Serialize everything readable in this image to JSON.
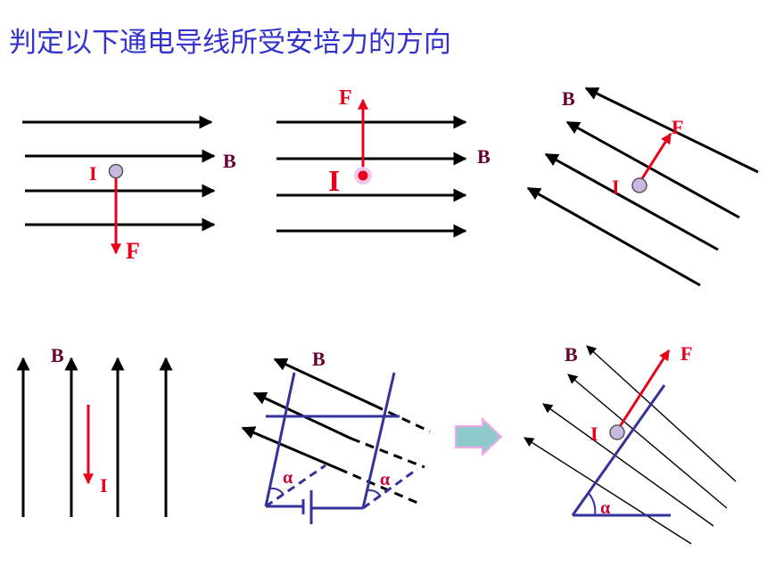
{
  "title": "判定以下通电导线所受安培力的方向",
  "colors": {
    "field_line": "#000000",
    "force": "#e8001c",
    "label_b": "#660033",
    "label_force": "#e8001c",
    "conductor": "#33339a",
    "label_alpha": "#cc0033",
    "hint_arrow": "#8ec9cc",
    "wire_dot": "#c9b8e0"
  },
  "diagrams": [
    {
      "id": "d1",
      "field_label": "B",
      "current_label": "I",
      "force_label": "F"
    },
    {
      "id": "d2",
      "field_label": "B",
      "current_label": "I",
      "force_label": "F"
    },
    {
      "id": "d3",
      "field_label": "B",
      "current_label": "I",
      "force_label": "F"
    },
    {
      "id": "d4",
      "field_label": "B",
      "current_label": "I"
    },
    {
      "id": "d5",
      "field_label": "B",
      "angle_label_left": "α",
      "angle_label_right": "α"
    },
    {
      "id": "d6",
      "field_label": "B",
      "current_label": "I",
      "force_label": "F",
      "angle_label": "α"
    }
  ]
}
